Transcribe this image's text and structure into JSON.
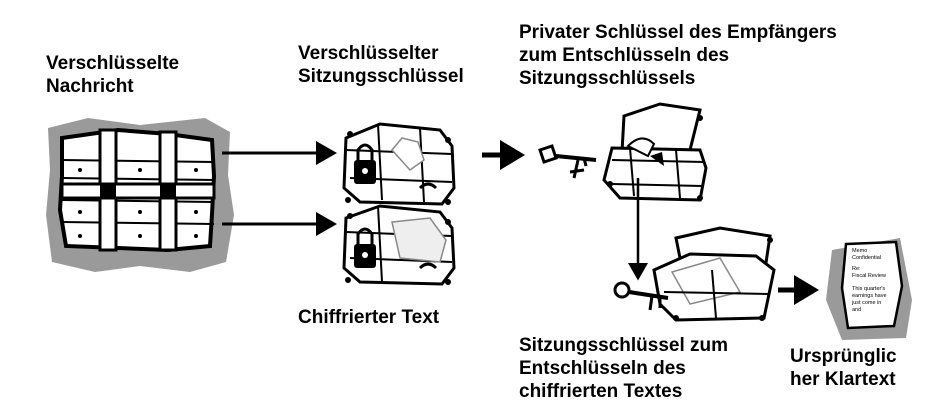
{
  "labels": {
    "encrypted_message": [
      "Verschlüsselte",
      "Nachricht"
    ],
    "encrypted_session_key": [
      "Verschlüsselter",
      "Sitzungsschlüssel"
    ],
    "private_key": [
      "Privater Schlüssel des Empfängers",
      "zum Entschlüsseln des",
      "Sitzungsschlüssels"
    ],
    "ciphertext": [
      "Chiffrierter Text"
    ],
    "session_key": [
      "Sitzungsschlüssel zum",
      "Entschlüsseln des",
      "chiffrierten Textes"
    ],
    "original_plaintext": [
      "Ursprünglic",
      "her Klartext"
    ]
  },
  "document_text": [
    "Memo",
    "Confidential",
    "Re:",
    "Fiscal Review",
    "This quarter's",
    "earnings have",
    "just come in",
    "and"
  ],
  "colors": {
    "ink": "#000000",
    "shadow": "#9a9a9a",
    "paper": "#ffffff"
  }
}
